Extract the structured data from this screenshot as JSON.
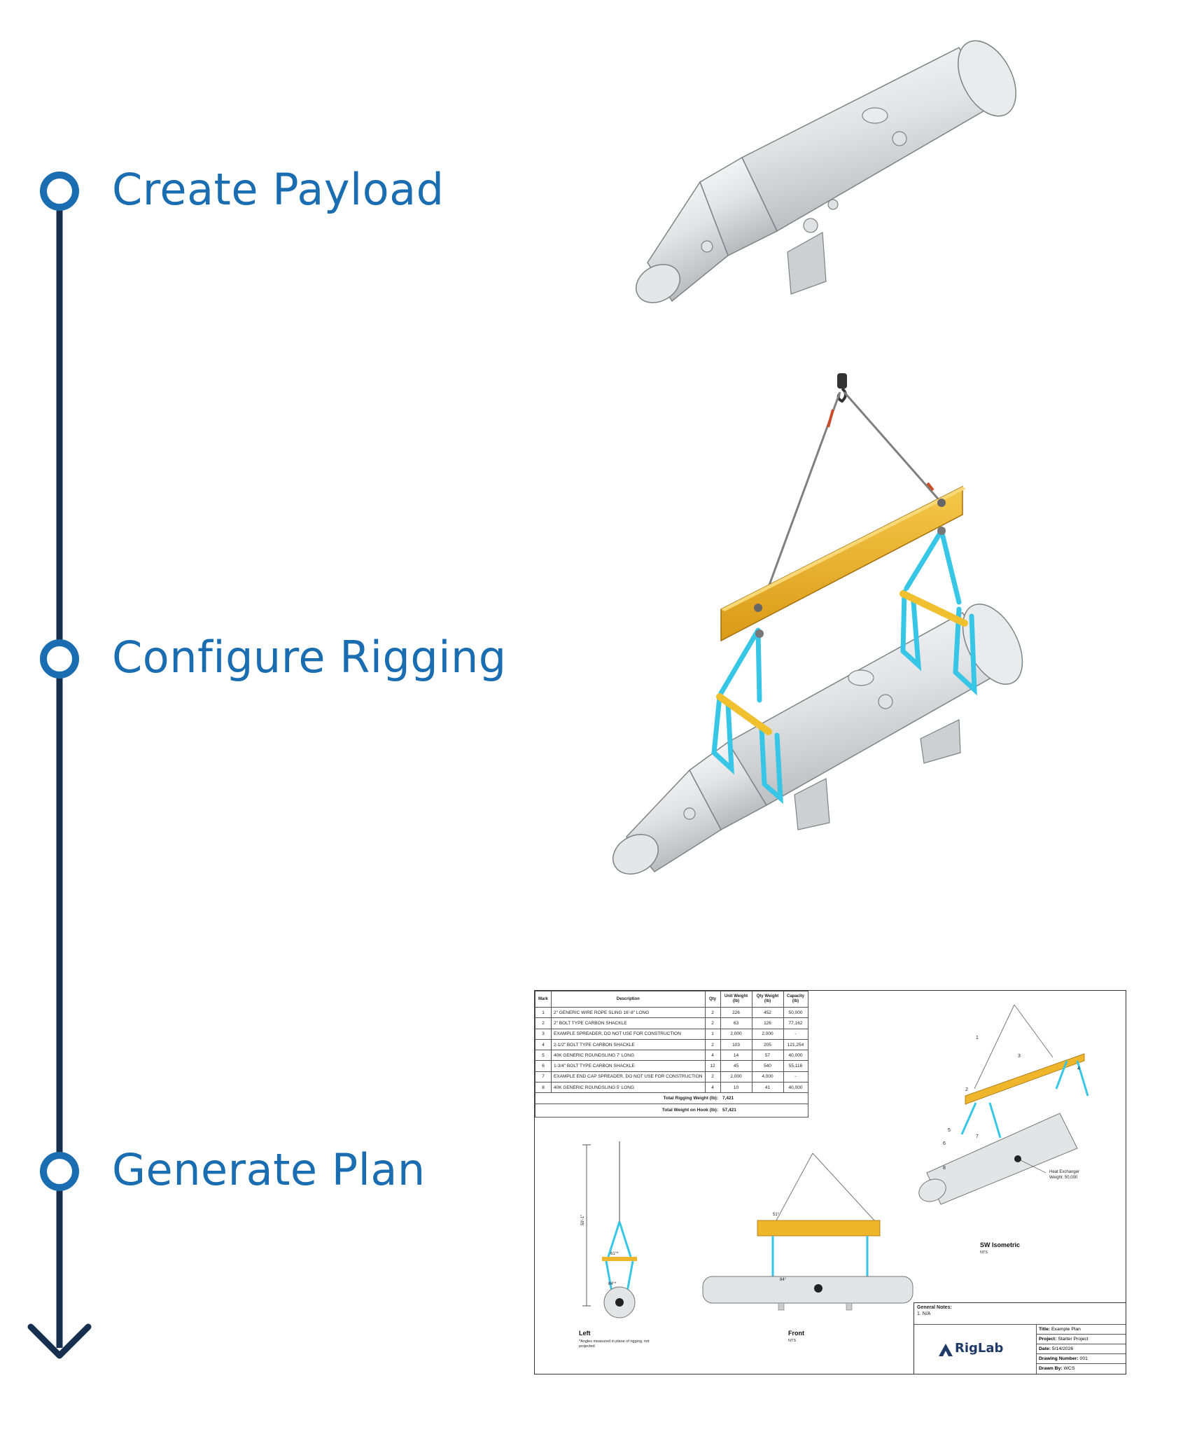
{
  "steps": [
    {
      "label": "Create Payload"
    },
    {
      "label": "Configure Rigging"
    },
    {
      "label": "Generate Plan"
    }
  ],
  "colors": {
    "timeline": "#172f4f",
    "accent": "#1a6db0",
    "spreader": "#f0b62b",
    "sling": "#38c6e6",
    "vessel": "#e6e8ea"
  },
  "plan": {
    "bom": {
      "headers": [
        "Mark",
        "Description",
        "Qty",
        "Unit Weight (lb)",
        "Qty Weight (lb)",
        "Capacity (lb)"
      ],
      "rows": [
        [
          "1",
          "2\" GENERIC WIRE ROPE SLING 16'-8\" LONG",
          "2",
          "226",
          "452",
          "50,000"
        ],
        [
          "2",
          "2\" BOLT TYPE CARBON SHACKLE",
          "2",
          "63",
          "126",
          "77,162"
        ],
        [
          "3",
          "EXAMPLE SPREADER, DO NOT USE FOR CONSTRUCTION",
          "1",
          "2,000",
          "2,000",
          "-"
        ],
        [
          "4",
          "2-1/2\" BOLT TYPE CARBON SHACKLE",
          "2",
          "103",
          "205",
          "121,254"
        ],
        [
          "5",
          "40K GENERIC ROUNDSLING 7' LONG",
          "4",
          "14",
          "57",
          "40,000"
        ],
        [
          "6",
          "1-3/4\" BOLT TYPE CARBON SHACKLE",
          "12",
          "45",
          "540",
          "55,116"
        ],
        [
          "7",
          "EXAMPLE END CAP SPREADER, DO NOT USE FOR CONSTRUCTION",
          "2",
          "2,000",
          "4,000",
          "-"
        ],
        [
          "8",
          "40K GENERIC ROUNDSLING 5' LONG",
          "4",
          "10",
          "41",
          "40,000"
        ]
      ],
      "total_rigging_label": "Total Rigging Weight (lb):",
      "total_rigging_value": "7,421",
      "total_hook_label": "Total Weight on Hook (lb):",
      "total_hook_value": "57,421"
    },
    "views": {
      "left_title": "Left",
      "left_note": "*Angles measured in plane of rigging, not projected",
      "front_title": "Front",
      "front_scale": "NTS",
      "iso_title": "SW Isometric",
      "iso_scale": "NTS"
    },
    "callout": {
      "line1": "Heat Exchanger",
      "line2": "Weight: 50,000"
    },
    "dims": {
      "height": "59'-1\"",
      "angle_left_top": "61°*",
      "angle_left_bottom": "84°*",
      "angle_front_top": "51°",
      "angle_front_bottom": "84°"
    },
    "bubbles": [
      "1",
      "2",
      "3",
      "4",
      "5",
      "6",
      "7",
      "8"
    ],
    "general_notes_title": "General Notes:",
    "general_notes_item": "1. N/A",
    "brand": "RigLab",
    "title_block": {
      "title_label": "Title:",
      "title_value": "Example Plan",
      "project_label": "Project:",
      "project_value": "Starter Project",
      "date_label": "Date:",
      "date_value": "5/14/2026",
      "drawing_label": "Drawing Number:",
      "drawing_value": "001",
      "drawn_label": "Drawn By:",
      "drawn_value": "WCS"
    }
  }
}
